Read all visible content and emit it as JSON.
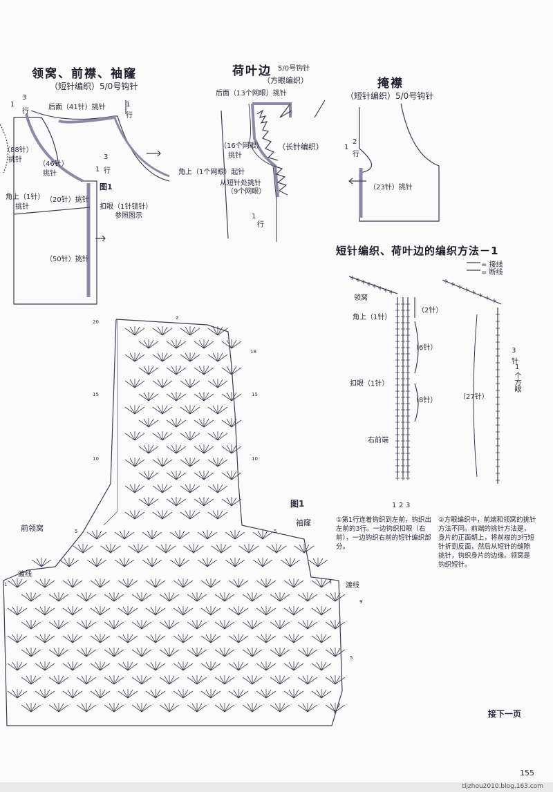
{
  "page_number": "155",
  "footer_url": "tljzhou2010.blog.163.com",
  "continued": "接下一页",
  "left_panel": {
    "title": "领窝、前襟、袖窿",
    "subtitle": "（短针编织）5/0号钩针",
    "back_pick": "后面（41针）挑针",
    "row_top_left_1": "1",
    "row_top_left_3": "3",
    "row_top_left_unit": "行",
    "row_top_right_1": "1",
    "row_top_right_unit": "行",
    "st88": "（88针）",
    "st88_pick": "挑针",
    "st46": "（46针）",
    "st46_pick": "挑针",
    "row_mid_1": "1",
    "row_mid_3": "3",
    "row_mid_unit": "行",
    "fig": "图1",
    "corner": "角上（1针）",
    "corner_pick": "挑针",
    "st20": "（20针）挑针",
    "button": "扣眼（1针锁针）",
    "button_ref": "参照图示",
    "st50": "（50针）挑针"
  },
  "middle_panel": {
    "title": "荷叶边",
    "hook": "5/0号钩针",
    "mesh_pattern": "（方眼编织）",
    "back13": "后面（13个网眼）挑针",
    "mesh16": "（16个网眼）",
    "mesh16_pick": "挑针",
    "long_st": "（长针编织）",
    "corner_start": "角上（1个网眼）起针",
    "from_short": "从短针处挑针",
    "mesh9": "（9个网眼）",
    "row1": "1",
    "row1_unit": "行"
  },
  "right_panel": {
    "title": "掩襟",
    "subtitle": "（短针编织）5/0号钩针",
    "row1": "1",
    "row2": "2",
    "row_unit": "行",
    "st23": "（23针）挑针"
  },
  "method_section": {
    "title": "短针编织、荷叶边的编织方法－1",
    "legend_join": "= 接线",
    "legend_cut": "= 断线",
    "neck": "领窝",
    "corner": "角上（1针）",
    "st2": "（2针）",
    "st6": "（6针）",
    "button": "扣眼（1针）",
    "st8": "（8针）",
    "right_front": "右前端",
    "st27": "（27针）",
    "rows_3": "3",
    "rows_1": "1",
    "rows_unit": "针",
    "rows_1b": "1",
    "rows_mesh": "个方眼",
    "bottom_nums": [
      "1",
      "2",
      "3"
    ],
    "note1": "①第1行连着钩织到左前，钩织出左前的3行。一边钩织扣眼（右前），一边钩织右前的短针编织部分。",
    "note2": "②方眼编织中，前端和领窝的挑针方法不同。前端的挑针方法是，身片的正面朝上，将前襟的3行短针折到反面，然后从短针的缝隙挑针，钩织身片的边缘。领窝是钩织短针。"
  },
  "chart_section": {
    "fig": "图1",
    "armhole": "袖窿",
    "front_neck": "前领窝",
    "join_left": "渡线",
    "join_right": "渡线",
    "row_numbers": {
      "r20": "20",
      "r2": "2",
      "r18": "18",
      "r15l": "15",
      "r15r": "15",
      "r10l": "10",
      "r10r": "10",
      "r5l": "5",
      "r5r": "5",
      "r1l": "1",
      "r1r": "1",
      "r9": "9",
      "r5b": "5",
      "r1b": "1"
    }
  }
}
